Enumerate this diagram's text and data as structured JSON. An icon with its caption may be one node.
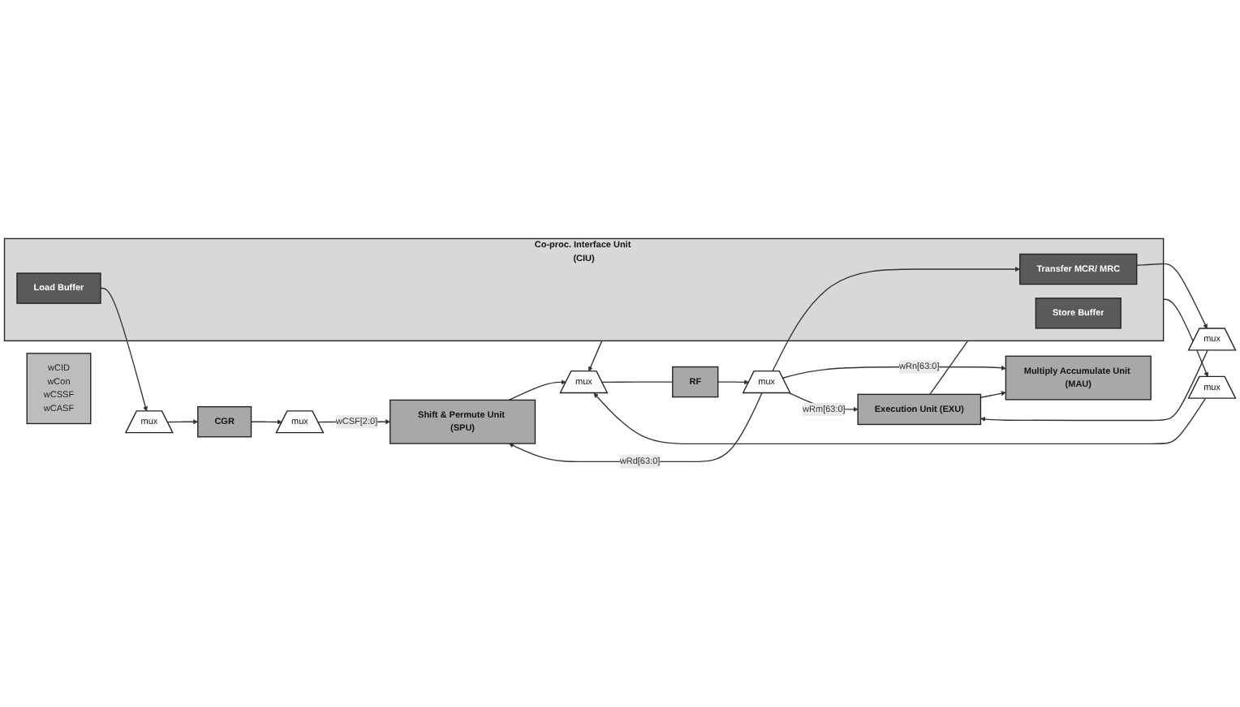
{
  "diagram": {
    "nodes": [
      {
        "text": [
          "mux"
        ]
      },
      {
        "text": [
          "mux"
        ]
      },
      {
        "text": [
          "RF"
        ]
      },
      {
        "text": [
          "CGR"
        ]
      },
      {
        "text": [
          "Shift & Permute Unit (SPU)"
        ]
      },
      {
        "text": [
          "Multiply Accumulate Unit (MAU)"
        ]
      },
      {
        "text": [
          "Execution Unit (EXU)"
        ]
      },
      {
        "text": [
          "mux"
        ]
      },
      {
        "text": [
          "Co-proc. Interface Unit (CIU)"
        ]
      },
      {
        "text": [
          "Transfer MCR/ MRC"
        ],
        "in": 8
      },
      {
        "text": [
          "Store Buffer"
        ],
        "in": 8
      },
      {
        "text": [
          "Load Buffer"
        ],
        "in": 8
      },
      {
        "text": [
          "mux"
        ]
      },
      {
        "text": [
          "mux"
        ]
      },
      {
        "text": [
          "mux"
        ]
      },
      {
        "text": [
          "wCID",
          "wCon",
          "wCSSF",
          "wCASF"
        ]
      }
    ],
    "edges": [
      {
        "from": 3,
        "to": 0,
        "arrow": "to"
      },
      {
        "from": 2,
        "to": 1,
        "arrow": "to"
      },
      {
        "from": 0,
        "to": 4,
        "arrow": "to",
        "label": "wCSF[2:0]"
      },
      {
        "from": 1,
        "to": 4,
        "arrow": "to",
        "label": "wRd[63:0]"
      },
      {
        "from": 1,
        "to": 5,
        "arrow": "to",
        "label": "wRn[63:0]"
      },
      {
        "from": 1,
        "to": 6,
        "arrow": "to",
        "label": "wRm[63:0]"
      },
      {
        "from": 1,
        "to": 9,
        "arrow": "to"
      },
      {
        "from": 9,
        "to": 7,
        "arrow": "to"
      },
      {
        "from": 7,
        "to": 6,
        "arrow": "to"
      },
      {
        "from": 6,
        "to": 5,
        "arrow": "to"
      },
      {
        "from": 4,
        "to": 12,
        "arrow": "to"
      },
      {
        "from": 8,
        "to": 13,
        "arrow": "to"
      },
      {
        "from": 13,
        "to": 12,
        "arrow": "to"
      },
      {
        "from": 6,
        "to": 8,
        "arrow": "none"
      },
      {
        "from": 8,
        "to": 12,
        "arrow": "to"
      },
      {
        "from": 12,
        "to": 2,
        "arrow": "none"
      },
      {
        "from": 11,
        "to": 14,
        "arrow": "to"
      },
      {
        "from": 14,
        "to": 3,
        "arrow": "to"
      }
    ]
  }
}
